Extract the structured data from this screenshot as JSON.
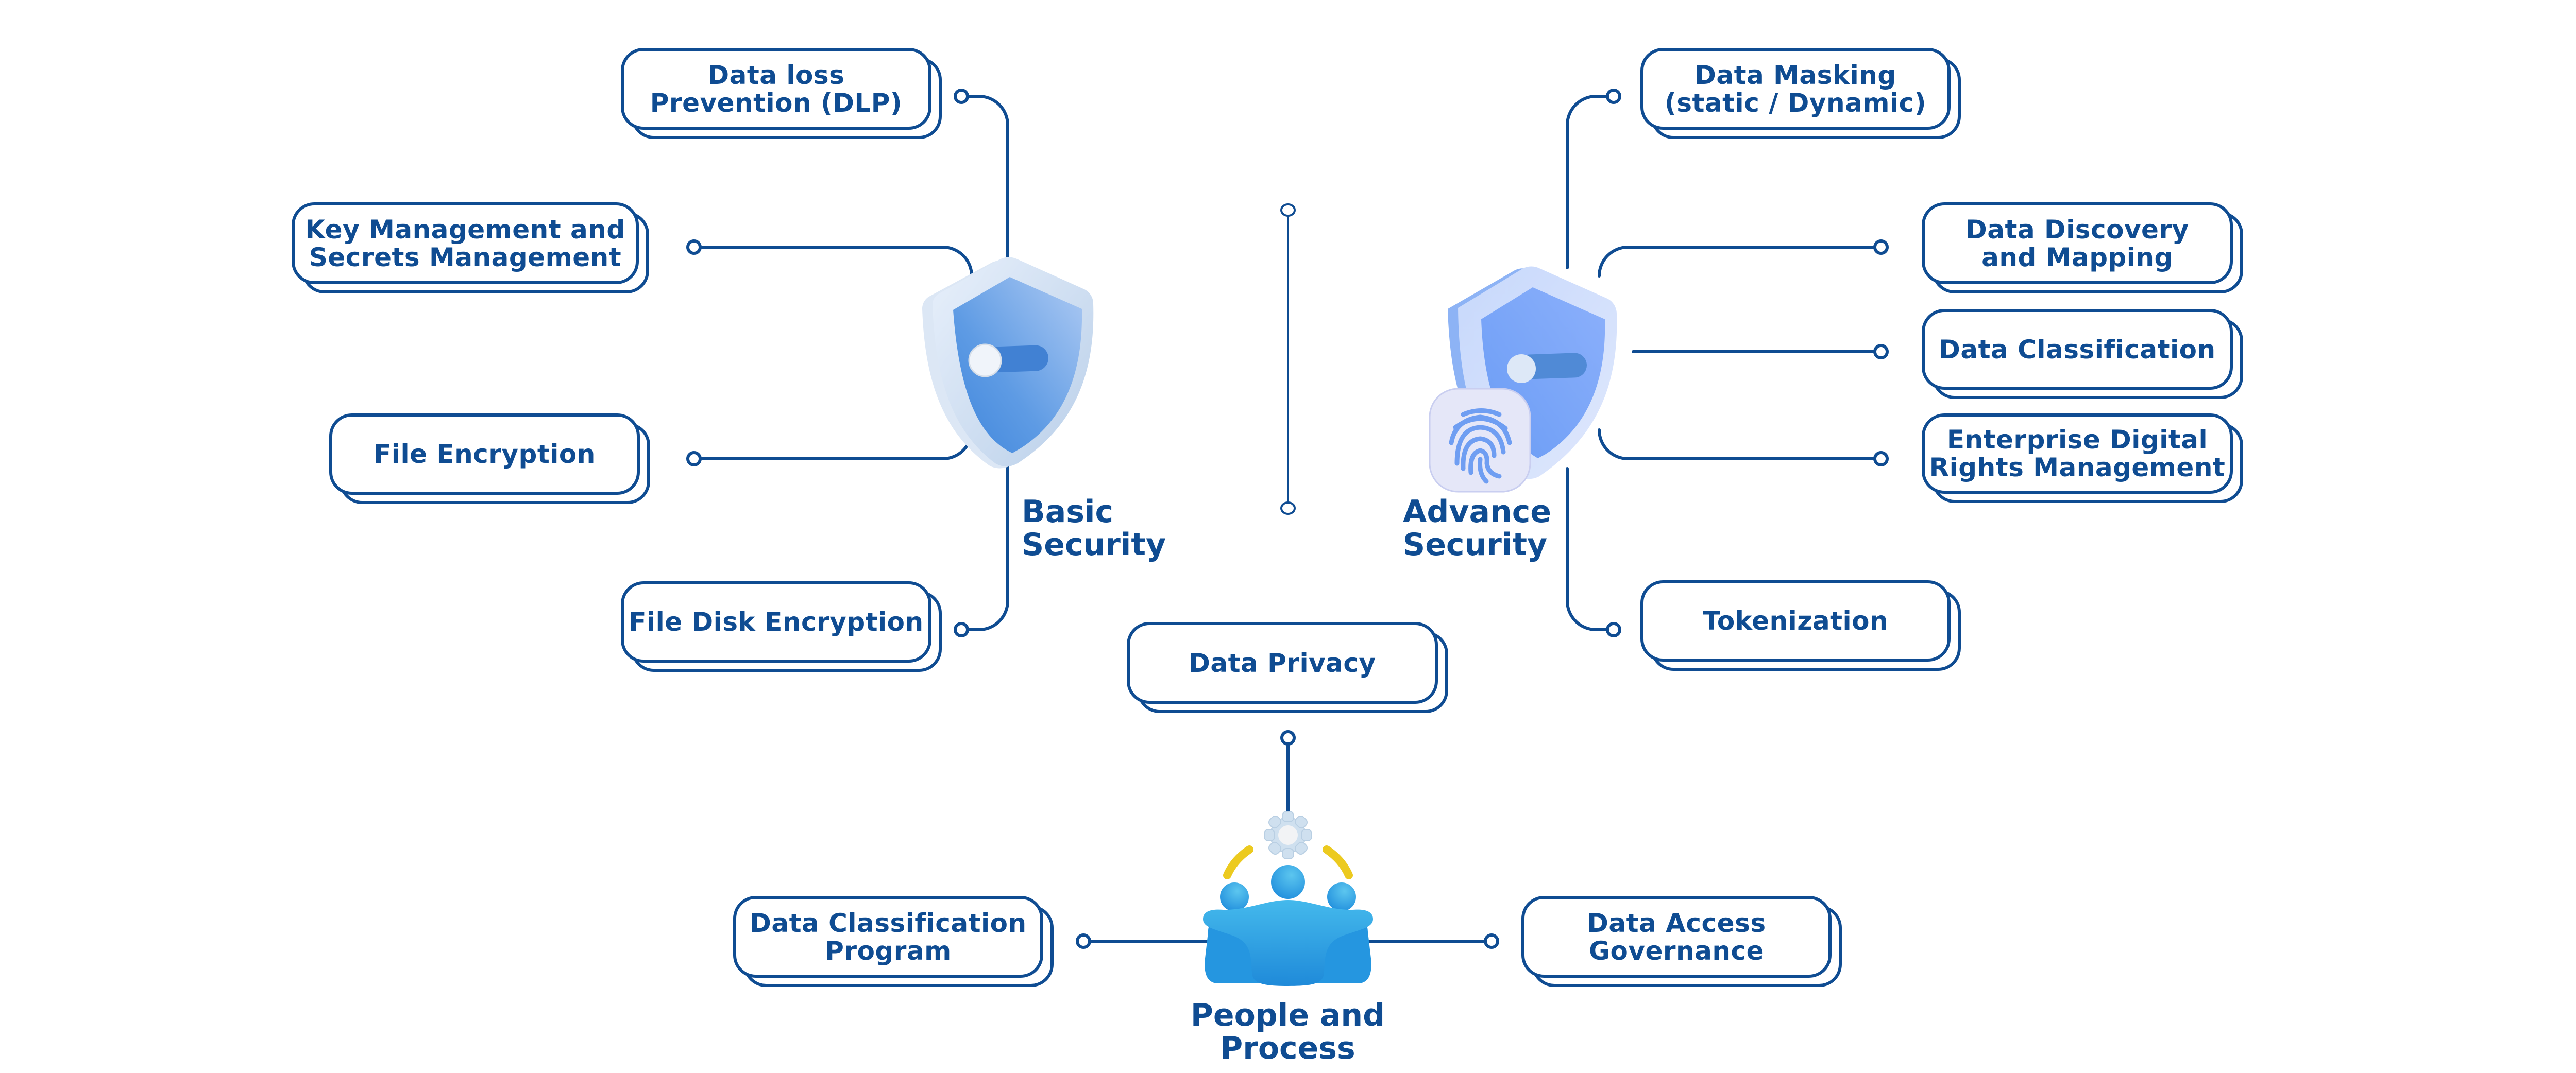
{
  "title": "Data Security Framework",
  "colors": {
    "primary": "#0f4c92",
    "shield_outer": "#dbe8f8",
    "shield_inner_basic": "#4f8fdf",
    "shield_inner_advance": "#76a6f7",
    "people_blue": "#2fa6e6",
    "accent_yellow": "#f0cf22",
    "gear": "#cfe0ef"
  },
  "basic_security": {
    "title": "Basic\nSecurity",
    "icon": "shield-toggle-icon",
    "items": [
      {
        "id": "dlp",
        "label": "Data loss\nPrevention (DLP)"
      },
      {
        "id": "key-management",
        "label": "Key Management and\nSecrets Management"
      },
      {
        "id": "file-encryption",
        "label": "File Encryption"
      },
      {
        "id": "file-disk-encryption",
        "label": "File Disk Encryption"
      }
    ]
  },
  "advance_security": {
    "title": "Advance\nSecurity",
    "icon": "shield-fingerprint-icon",
    "items": [
      {
        "id": "data-masking",
        "label": "Data Masking\n(static / Dynamic)"
      },
      {
        "id": "data-discovery",
        "label": "Data Discovery\nand Mapping"
      },
      {
        "id": "data-classification",
        "label": "Data Classification"
      },
      {
        "id": "edrm",
        "label": "Enterprise Digital\nRights Management"
      },
      {
        "id": "tokenization",
        "label": "Tokenization"
      }
    ]
  },
  "people_and_process": {
    "title": "People and Process",
    "icon": "team-gear-icon",
    "top_item": {
      "id": "data-privacy",
      "label": "Data Privacy"
    },
    "items": [
      {
        "id": "data-classification-program",
        "label": "Data Classification\nProgram"
      },
      {
        "id": "data-access-governance",
        "label": "Data Access\nGovernance"
      }
    ]
  }
}
